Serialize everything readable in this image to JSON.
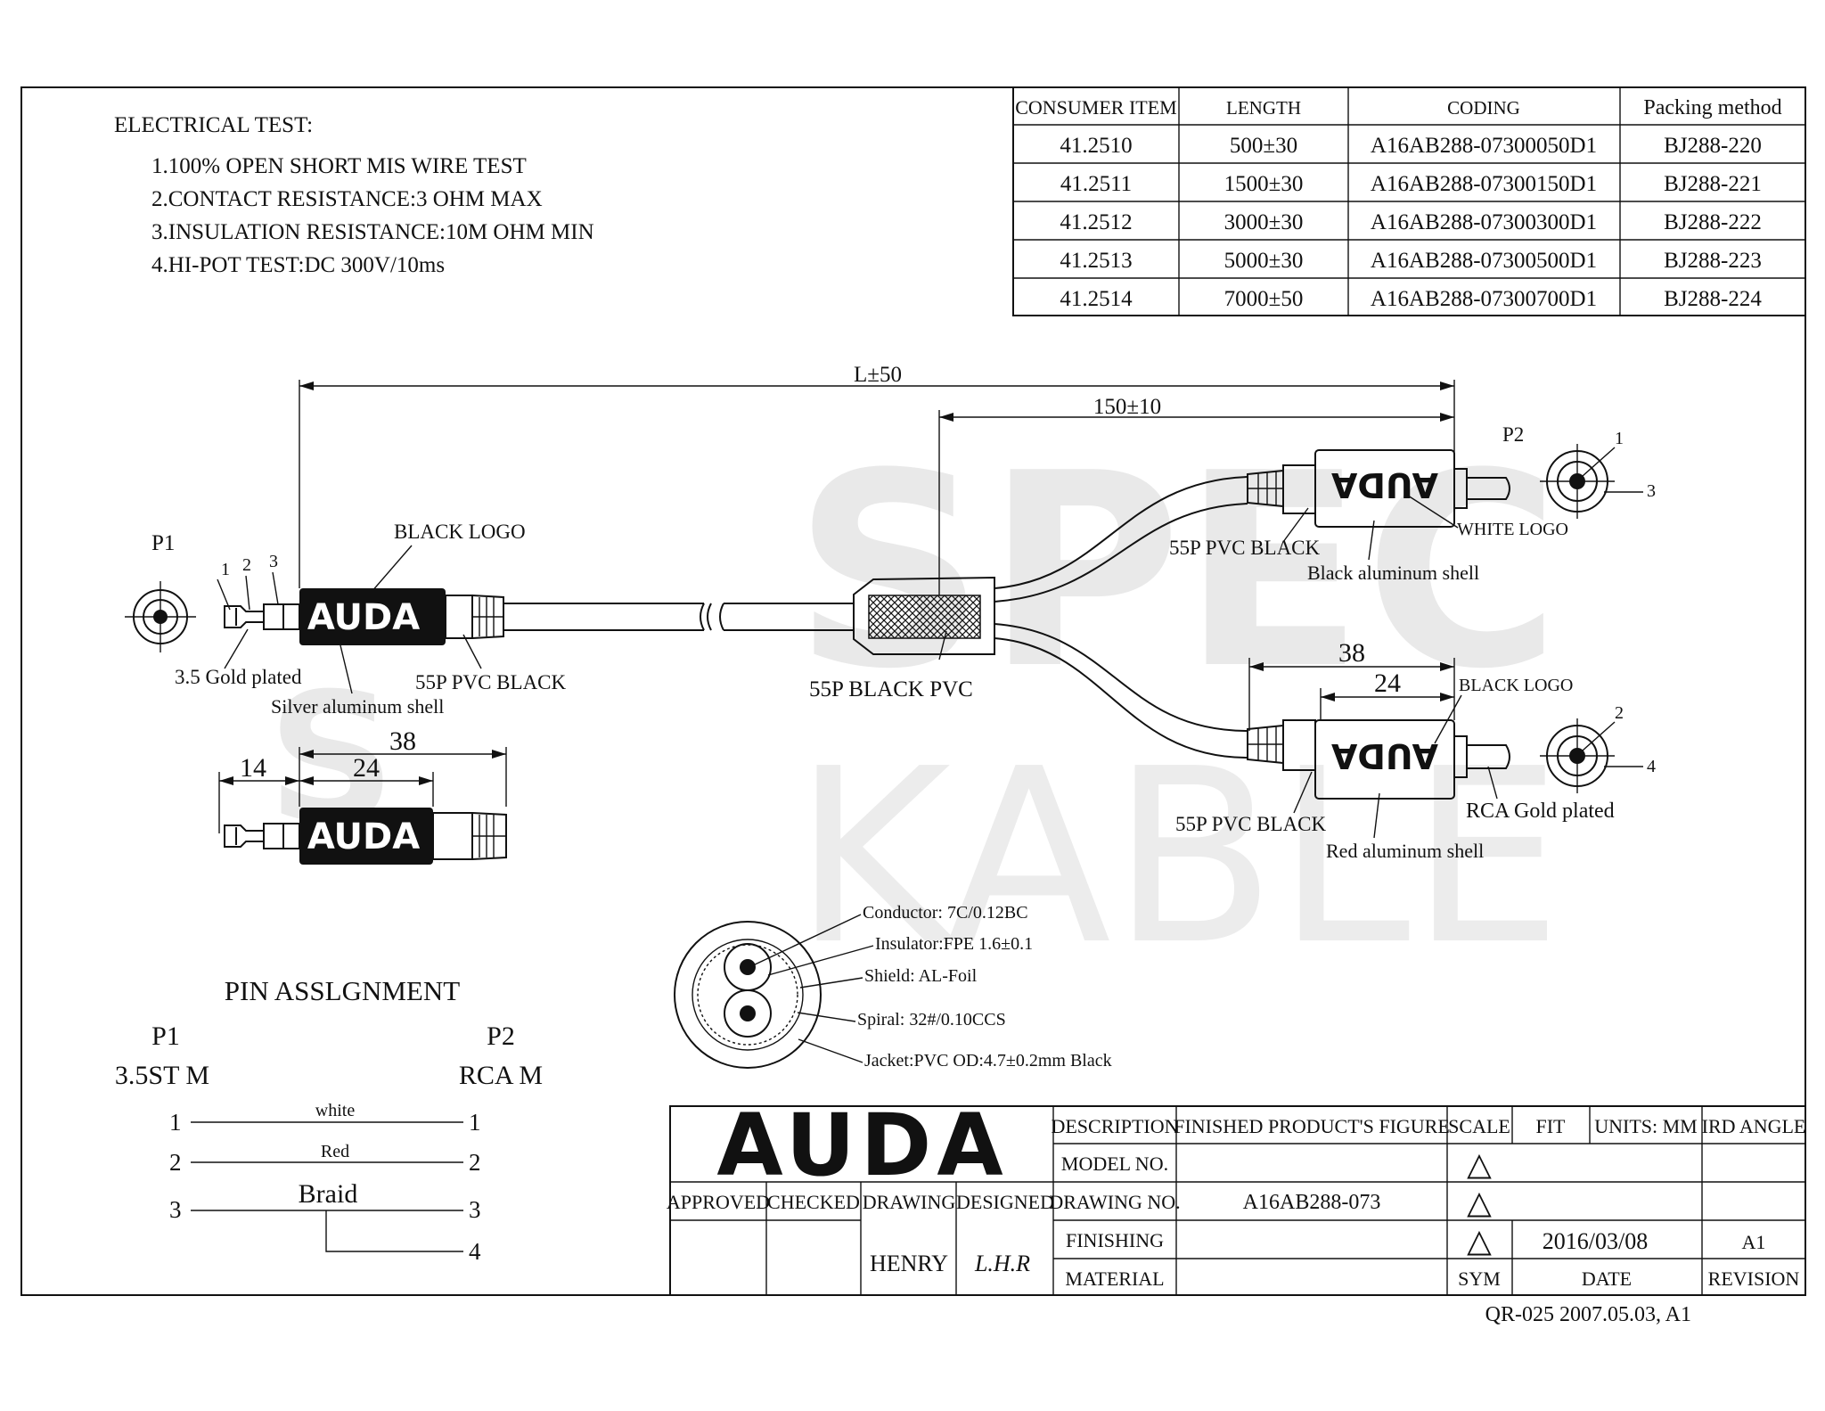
{
  "electrical_test": {
    "heading": "ELECTRICAL TEST:",
    "items": [
      "1.100% OPEN SHORT MIS WIRE TEST",
      "2.CONTACT RESISTANCE:3 OHM MAX",
      "3.INSULATION RESISTANCE:10M OHM MIN",
      "4.HI-POT TEST:DC 300V/10ms"
    ]
  },
  "spec_table": {
    "headers": [
      "CONSUMER ITEM",
      "LENGTH",
      "CODING",
      "Packing method"
    ],
    "rows": [
      [
        "41.2510",
        "500±30",
        "A16AB288-07300050D1",
        "BJ288-220"
      ],
      [
        "41.2511",
        "1500±30",
        "A16AB288-07300150D1",
        "BJ288-221"
      ],
      [
        "41.2512",
        "3000±30",
        "A16AB288-07300300D1",
        "BJ288-222"
      ],
      [
        "41.2513",
        "5000±30",
        "A16AB288-07300500D1",
        "BJ288-223"
      ],
      [
        "41.2514",
        "7000±50",
        "A16AB288-07300700D1",
        "BJ288-224"
      ]
    ]
  },
  "watermark": {
    "line1": "SPEC",
    "line2": "KABLE",
    "side": "S"
  },
  "drawing": {
    "dim_total": "L±50",
    "dim_split": "150±10",
    "p1_label": "P1",
    "p2_label": "P2",
    "p1_pins": [
      "1",
      "2",
      "3"
    ],
    "p2_top_pins": [
      "1",
      "3"
    ],
    "p2_bot_pins": [
      "2",
      "4"
    ],
    "logo_text": "AUDA",
    "black_logo": "BLACK LOGO",
    "white_logo": "WHITE LOGO",
    "gold_plated": "3.5 Gold plated",
    "silver_shell": "Silver aluminum shell",
    "pvc_black_p1": "55P PVC BLACK",
    "splitter_label": "55P  BLACK PVC",
    "pvc_black_top": "55P PVC BLACK",
    "black_shell": "Black aluminum shell",
    "black_logo_bottom": "BLACK LOGO",
    "pvc_black_bottom": "55P PVC BLACK",
    "rca_gold": "RCA Gold plated",
    "red_shell": "Red aluminum shell",
    "dim_p1_38": "38",
    "dim_p1_24": "24",
    "dim_p1_14": "14",
    "dim_rca_38": "38",
    "dim_rca_24": "24"
  },
  "cable_section": {
    "conductor": "Conductor: 7C/0.12BC",
    "insulator": "Insulator:FPE 1.6±0.1",
    "shield": "Shield: AL-Foil",
    "spiral": "Spiral: 32#/0.10CCS",
    "jacket": "Jacket:PVC OD:4.7±0.2mm Black"
  },
  "pin_assignment": {
    "title": "PIN ASSLGNMENT",
    "p1": "P1",
    "p1_type": "3.5ST M",
    "p2": "P2",
    "p2_type": "RCA M",
    "left_pins": [
      "1",
      "2",
      "3"
    ],
    "right_pins": [
      "1",
      "2",
      "3",
      "4"
    ],
    "wire_white": "white",
    "wire_red": "Red",
    "wire_braid": "Braid"
  },
  "title_block": {
    "logo": "AUDA",
    "description_label": "DESCRIPTION",
    "description_value": "FINISHED PRODUCT'S FIGURE",
    "scale": "SCALE",
    "fit": "FIT",
    "units": "UNITS: MM",
    "angle": "IRD ANGLE",
    "model_label": "MODEL NO.",
    "approved": "APPROVED",
    "checked": "CHECKED",
    "drawing": "DRAWING",
    "designed": "DESIGNED",
    "drawing_no_label": "DRAWING NO.",
    "drawing_no_value": "A16AB288-073",
    "finishing": "FINISHING",
    "material": "MATERIAL",
    "drawer": "HENRY",
    "designer_sign": "L.H.R",
    "date_value": "2016/03/08",
    "revision_value": "A1",
    "sym": "SYM",
    "date": "DATE",
    "revision": "REVISION",
    "delta": "△"
  },
  "footer": "QR-025 2007.05.03, A1"
}
